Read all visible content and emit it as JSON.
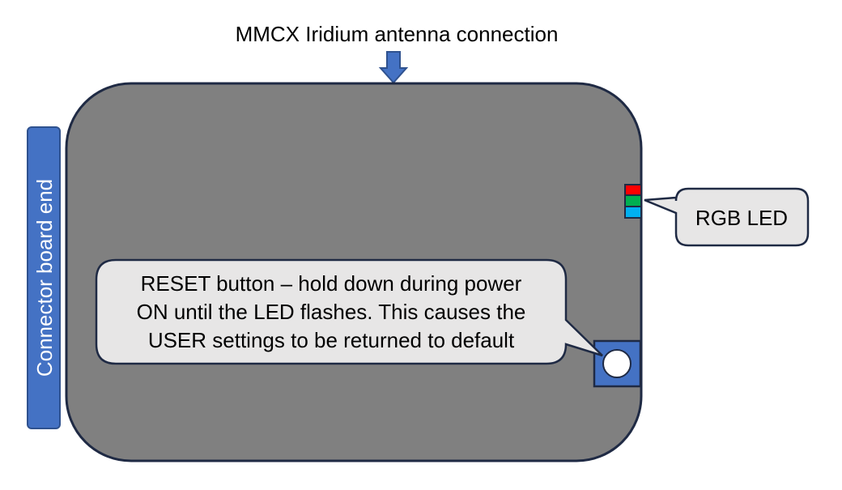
{
  "labels": {
    "antenna": "MMCX Iridium antenna connection",
    "connector_end": "Connector board end",
    "rgb_led": "RGB LED",
    "reset_line1": "RESET button – hold down during power",
    "reset_line2": "ON until the LED flashes. This causes the",
    "reset_line3": "USER settings to be returned to default"
  },
  "colors": {
    "board_fill": "#808080",
    "board_stroke": "#1f2a44",
    "accent_blue": "#4472c4",
    "callout_fill": "#e7e6e6",
    "led_red": "#ff0000",
    "led_green": "#00b050",
    "led_blue": "#00b0f0"
  }
}
